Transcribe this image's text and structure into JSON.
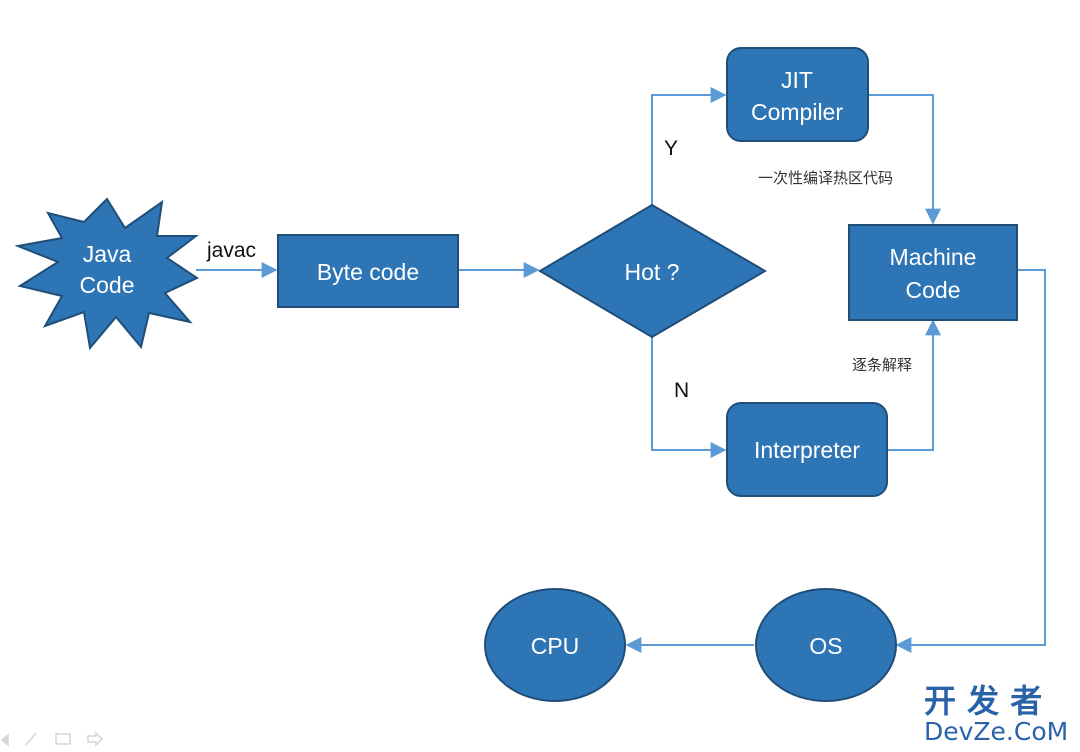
{
  "nodes": {
    "java_code": [
      "Java",
      "Code"
    ],
    "byte_code": "Byte code",
    "hot": "Hot ?",
    "jit_compiler": [
      "JIT",
      "Compiler"
    ],
    "machine_code": [
      "Machine",
      "Code"
    ],
    "interpreter": "Interpreter",
    "os": "OS",
    "cpu": "CPU"
  },
  "edges": {
    "javac": "javac",
    "yes": "Y",
    "no": "N",
    "jit_note": "一次性编译热区代码",
    "interp_note": "逐条解释"
  },
  "watermark": {
    "cn": "开 发 者",
    "en": "DevZe.CoM"
  },
  "colors": {
    "node_fill": "#2e75b6",
    "node_stroke": "#1f4e79",
    "arrow": "#5b9bd5",
    "watermark": "#1f5aa6"
  }
}
